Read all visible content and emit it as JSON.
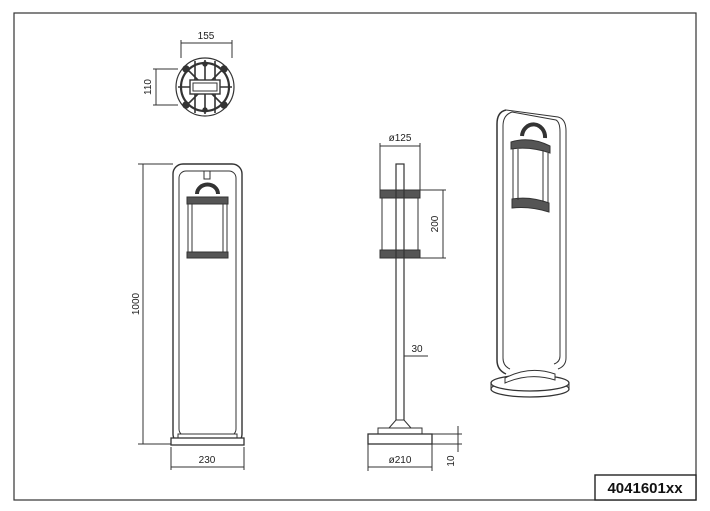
{
  "drawing": {
    "article_number": "4041601xx",
    "top_view": {
      "width_label": "155",
      "height_label": "110"
    },
    "front_view": {
      "height_label": "1000",
      "base_width_label": "230"
    },
    "side_view": {
      "lantern_diameter_label": "ø125",
      "lantern_height_label": "200",
      "pole_label": "30",
      "base_diameter_label": "ø210",
      "base_height_label": "10"
    }
  }
}
